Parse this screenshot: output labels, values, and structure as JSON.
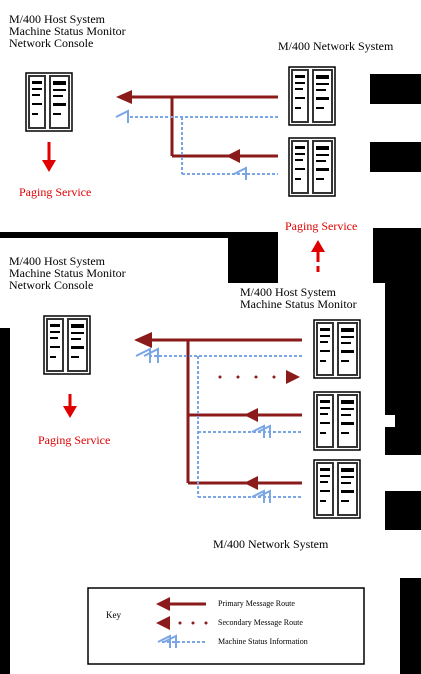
{
  "colors": {
    "primary_route": "#8b1a1a",
    "status_route": "#7aa6e6",
    "paging": "#e00000",
    "background": "#000000"
  },
  "top": {
    "host_lines": [
      "M/400 Host System",
      "Machine Status Monitor",
      "Network Console"
    ],
    "network_label": "M/400 Network System",
    "paging_left": "Paging Service",
    "paging_right": "Paging Service"
  },
  "bottom": {
    "host_lines": [
      "M/400 Host System",
      "Machine Status Monitor",
      "Network Console"
    ],
    "right_host_lines": [
      "M/400 Host System",
      "Machine Status Monitor"
    ],
    "paging": "Paging Service",
    "network_label": "M/400 Network System"
  },
  "key": {
    "title": "Key",
    "items": [
      {
        "label": "Primary Message Route",
        "style": "solid",
        "color": "#8b1a1a"
      },
      {
        "label": "Secondary Message Route",
        "style": "dotted",
        "color": "#8b1a1a"
      },
      {
        "label": "Machine Status Information",
        "style": "hatched",
        "color": "#7aa6e6"
      }
    ]
  }
}
